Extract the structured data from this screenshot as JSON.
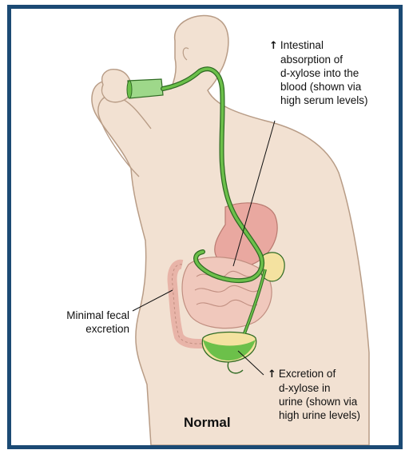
{
  "labels": {
    "absorption": {
      "arrow": "↑",
      "lines": [
        "Intestinal",
        "absorption of",
        "d-xylose into the",
        "blood (shown via",
        "high serum levels)"
      ]
    },
    "fecal": {
      "lines": [
        "Minimal fecal",
        "excretion"
      ]
    },
    "urine": {
      "arrow": "↑",
      "lines": [
        "Excretion of",
        "d-xylose in",
        "urine (shown via",
        "high urine levels)"
      ]
    }
  },
  "caption": "Normal",
  "colors": {
    "frame": "#1b4a74",
    "skin": "#f2e1d2",
    "skin_outline": "#b89c86",
    "tract_green": "#6cc04a",
    "tract_dark": "#2f6b23",
    "stomach": "#e9a8a0",
    "intestine": "#f0c8bc",
    "colon": "#e8b4a8",
    "bladder": "#f4e2a0"
  },
  "icons": {
    "tract": "d-xylose-path",
    "bladder": "bladder-icon",
    "cup": "drinking-cup-icon"
  }
}
